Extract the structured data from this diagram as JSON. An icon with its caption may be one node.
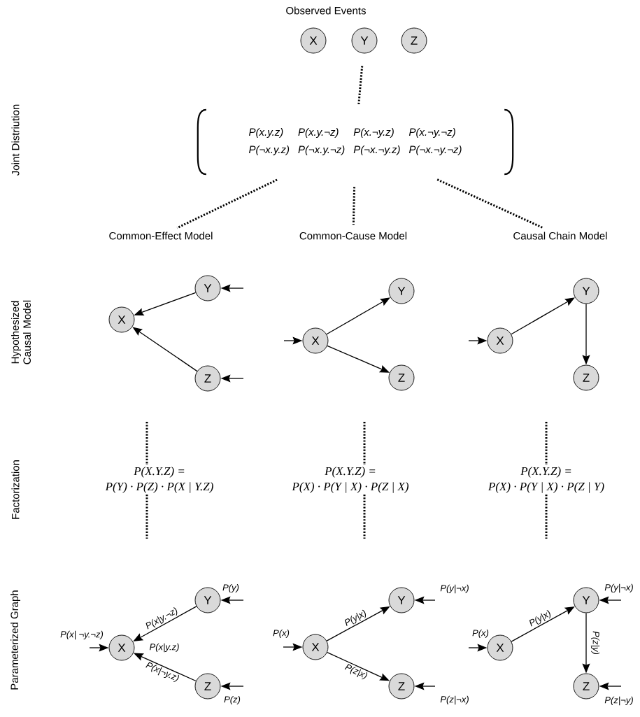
{
  "diagram": {
    "nodes": [
      {
        "text": [
          "X"
        ]
      },
      {
        "text": [
          "Y"
        ]
      },
      {
        "text": [
          "Z"
        ]
      },
      {
        "text": [
          "P(x.y.z)",
          "P(x.y.¬z)",
          "P(x.¬y.z)",
          "P(x.¬y.¬z)",
          "P(¬x.y.z)",
          "P(¬x.y.¬z)",
          "P(¬x.¬y.z)",
          "P(¬x.¬y.¬z)"
        ]
      },
      {
        "text": [
          "Common-Effect Model"
        ]
      },
      {
        "text": [
          "Common-Cause Model"
        ]
      },
      {
        "text": [
          "Causal Chain Model"
        ]
      },
      {
        "text": [
          "X"
        ]
      },
      {
        "text": [
          "Y"
        ]
      },
      {
        "text": [
          "Z"
        ]
      },
      {
        "text": [
          "X"
        ]
      },
      {
        "text": [
          "Y"
        ]
      },
      {
        "text": [
          "Z"
        ]
      },
      {
        "text": [
          "X"
        ]
      },
      {
        "text": [
          "Y"
        ]
      },
      {
        "text": [
          "Z"
        ]
      },
      {
        "text": [
          "P(X.Y.Z) =",
          "P(Y) · P(Z) · P(X | Y.Z)"
        ]
      },
      {
        "text": [
          "P(X.Y.Z) =",
          "P(X) · P(Y | X) · P(Z | X)"
        ]
      },
      {
        "text": [
          "P(X.Y.Z) =",
          "P(X) · P(Y | X) · P(Z | Y)"
        ]
      },
      {
        "text": [
          "X"
        ]
      },
      {
        "text": [
          "Y"
        ]
      },
      {
        "text": [
          "Z"
        ]
      },
      {
        "text": [
          "X"
        ]
      },
      {
        "text": [
          "Y"
        ]
      },
      {
        "text": [
          "Z"
        ]
      },
      {
        "text": [
          "X"
        ]
      },
      {
        "text": [
          "Y"
        ]
      },
      {
        "text": [
          "Z"
        ]
      }
    ],
    "edges": [
      {
        "from": 1,
        "to": 3,
        "arrow": "none",
        "style": "dashed"
      },
      {
        "from": 3,
        "to": 4,
        "arrow": "none",
        "style": "dashed"
      },
      {
        "from": 3,
        "to": 5,
        "arrow": "none",
        "style": "dashed"
      },
      {
        "from": 3,
        "to": 6,
        "arrow": "none",
        "style": "dashed"
      },
      {
        "from": 8,
        "to": 7,
        "arrow": "to"
      },
      {
        "from": 9,
        "to": 7,
        "arrow": "to"
      },
      {
        "from": null,
        "to": 8,
        "arrow": "to"
      },
      {
        "from": null,
        "to": 9,
        "arrow": "to"
      },
      {
        "from": null,
        "to": 10,
        "arrow": "to"
      },
      {
        "from": 10,
        "to": 11,
        "arrow": "to"
      },
      {
        "from": 10,
        "to": 12,
        "arrow": "to"
      },
      {
        "from": null,
        "to": 13,
        "arrow": "to"
      },
      {
        "from": 13,
        "to": 14,
        "arrow": "to"
      },
      {
        "from": 14,
        "to": 15,
        "arrow": "to"
      },
      {
        "from": null,
        "to": 16,
        "arrow": "none",
        "style": "dashed"
      },
      {
        "from": null,
        "to": 17,
        "arrow": "none",
        "style": "dashed"
      },
      {
        "from": null,
        "to": 18,
        "arrow": "none",
        "style": "dashed"
      },
      {
        "from": 16,
        "to": null,
        "arrow": "none",
        "style": "dashed"
      },
      {
        "from": 17,
        "to": null,
        "arrow": "none",
        "style": "dashed"
      },
      {
        "from": 18,
        "to": null,
        "arrow": "none",
        "style": "dashed"
      },
      {
        "from": 20,
        "to": 19,
        "arrow": "to",
        "label": "P(x|y.¬z)"
      },
      {
        "from": 21,
        "to": 19,
        "arrow": "to",
        "label": "P(x|¬y.z)"
      },
      {
        "from": null,
        "to": 19,
        "arrow": "to",
        "label": "P(x| ¬y.¬z)"
      },
      {
        "from": null,
        "to": 20,
        "arrow": "to",
        "label": "P(y)"
      },
      {
        "from": null,
        "to": 21,
        "arrow": "to",
        "label": "P(z)"
      },
      {
        "from": null,
        "to": 22,
        "arrow": "to",
        "label": "P(x)"
      },
      {
        "from": 22,
        "to": 23,
        "arrow": "to",
        "label": "P(y|x)"
      },
      {
        "from": 22,
        "to": 24,
        "arrow": "to",
        "label": "P(z|x)"
      },
      {
        "from": null,
        "to": 23,
        "arrow": "to",
        "label": "P(y|¬x)"
      },
      {
        "from": null,
        "to": 24,
        "arrow": "to",
        "label": "P(z|¬x)"
      },
      {
        "from": null,
        "to": 25,
        "arrow": "to",
        "label": "P(x)"
      },
      {
        "from": 25,
        "to": 26,
        "arrow": "to",
        "label": "P(y|x)"
      },
      {
        "from": 26,
        "to": 27,
        "arrow": "to",
        "label": "P(z|y)"
      },
      {
        "from": null,
        "to": 26,
        "arrow": "to",
        "label": "P(y|¬x)"
      },
      {
        "from": null,
        "to": 27,
        "arrow": "to",
        "label": "P(z|¬y)"
      }
    ],
    "labels": [
      "Observed Events",
      "Joint Distriution",
      "Hypothesized Causal Model",
      "Factorization",
      "Parameterized Graph",
      "P(x|y.z)"
    ]
  }
}
